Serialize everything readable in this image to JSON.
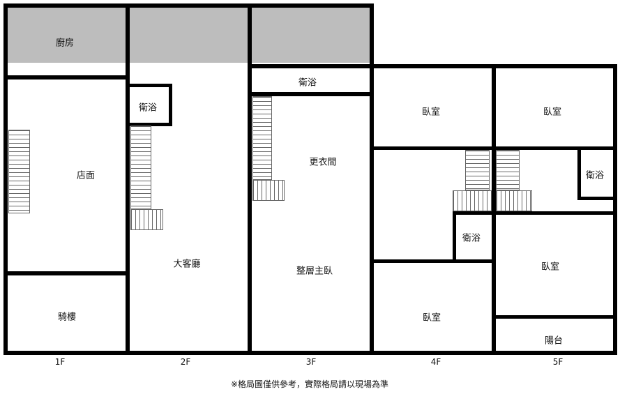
{
  "rooms": {
    "kitchen": "廚房",
    "shop": "店面",
    "arcade": "騎樓",
    "bath_2f": "衛浴",
    "living": "大客廳",
    "bath_3f": "衛浴",
    "dressing": "更衣間",
    "master": "整層主臥",
    "bed_4f_top": "臥室",
    "bath_4f": "衛浴",
    "bed_4f_bottom": "臥室",
    "bed_5f_top": "臥室",
    "bath_5f": "衛浴",
    "bed_5f_mid": "臥室",
    "balcony": "陽台"
  },
  "floors": [
    "1F",
    "2F",
    "3F",
    "4F",
    "5F"
  ],
  "note": "※格局圖僅供參考，實際格局請以現場為準",
  "colors": {
    "wall": "#000000",
    "kitchen_fill": "#bdbdbd"
  }
}
